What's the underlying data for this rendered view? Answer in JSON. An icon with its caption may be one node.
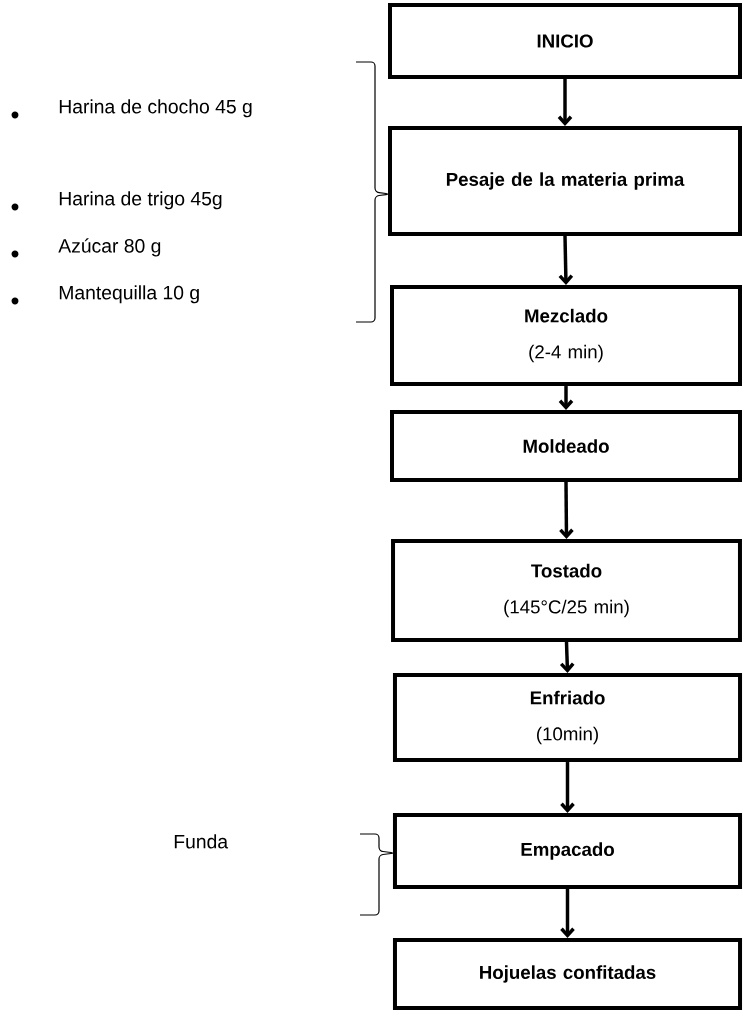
{
  "diagram": {
    "nodes": [
      {
        "text": [
          "INICIO"
        ]
      },
      {
        "text": [
          "Pesaje de la materia prima"
        ]
      },
      {
        "text": [
          "Mezclado",
          "(2-4 min)"
        ]
      },
      {
        "text": [
          "Moldeado"
        ]
      },
      {
        "text": [
          "Tostado",
          "(145°C/25 min)"
        ]
      },
      {
        "text": [
          "Enfriado",
          "(10min)"
        ]
      },
      {
        "text": [
          "Empacado"
        ]
      },
      {
        "text": [
          "Hojuelas confitadas"
        ]
      }
    ],
    "edges": [
      {
        "from": 0,
        "to": 1,
        "arrow": "to"
      },
      {
        "from": 1,
        "to": 2,
        "arrow": "to"
      },
      {
        "from": 2,
        "to": 3,
        "arrow": "to"
      },
      {
        "from": 3,
        "to": 4,
        "arrow": "to"
      },
      {
        "from": 4,
        "to": 5,
        "arrow": "to"
      },
      {
        "from": 5,
        "to": 6,
        "arrow": "to"
      },
      {
        "from": 6,
        "to": 7,
        "arrow": "to"
      }
    ],
    "labels": [
      "Harina de chocho 45 g",
      "Harina de trigo  45g",
      "Azúcar 80 g",
      "Mantequilla 10 g",
      "Funda"
    ]
  }
}
